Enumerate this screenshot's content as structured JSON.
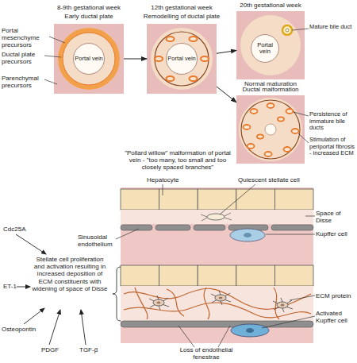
{
  "diagram": {
    "nodes": [
      {
        "text": [
          "8-9th gestational week",
          "Early ductal plate"
        ]
      },
      {
        "text": [
          "Portal vein"
        ],
        "in": 0
      },
      {
        "text": [
          "12th gestational week",
          "Remodelling of ductal plate"
        ]
      },
      {
        "text": [
          "Portal vein"
        ],
        "in": 2
      },
      {
        "text": [
          "20th gestational week",
          "Normal maturation"
        ]
      },
      {
        "text": [
          "Portal vein"
        ],
        "in": 4
      },
      {
        "text": [
          "Ductal malformation"
        ]
      }
    ],
    "edges": [
      {
        "from": 0,
        "to": 2,
        "arrow": "to"
      },
      {
        "from": 2,
        "to": 4,
        "arrow": "to"
      },
      {
        "from": 2,
        "to": 6,
        "arrow": "to"
      }
    ],
    "labels": [
      "Portal mesenchyme precursors",
      "Ductal plate precursors",
      "Parenchymal precursors",
      "Mature bile duct",
      "Persistence of immature bile ducts",
      "Stimulation of periportal fibrosis - increased ECM",
      "\"Pollard willow\" malformation of portal vein - \"too many, too small and too closely spaced branches\"",
      "Hepatocyte",
      "Quiescent stellate cell",
      "Space of Disse",
      "Sinusoidal endothelium",
      "Kupffer cell",
      "Cdc25A",
      "ET-1",
      "Stellate cell proliferation and activation resulting in increased deposition of ECM constituents with widening of space of Disse",
      "ECM protein",
      "Activated Kupffer cell",
      "Osteopontin",
      "PDGF",
      "TGF-β",
      "Loss of endothelial fenestrae"
    ]
  }
}
